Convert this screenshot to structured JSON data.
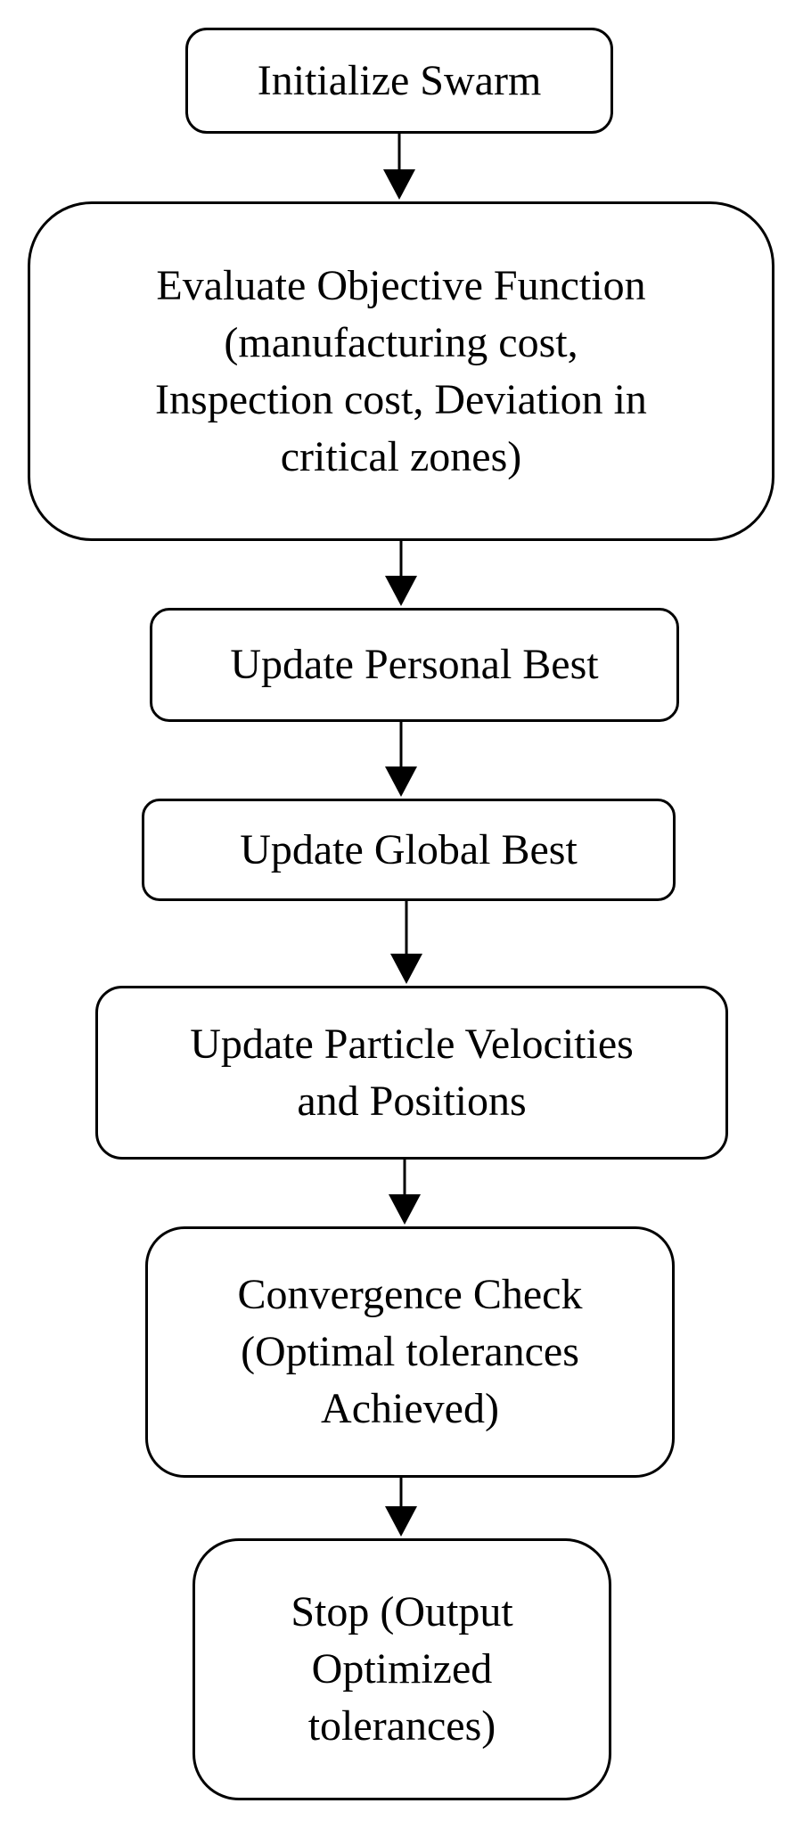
{
  "diagram": {
    "type": "flowchart",
    "direction": "top-to-bottom",
    "nodes": [
      {
        "id": "initialize",
        "label": "Initialize Swarm"
      },
      {
        "id": "evaluate",
        "label": "Evaluate Objective Function\n(manufacturing cost,\nInspection cost, Deviation in\ncritical zones)"
      },
      {
        "id": "personal-best",
        "label": "Update Personal Best"
      },
      {
        "id": "global-best",
        "label": "Update Global Best"
      },
      {
        "id": "velocities",
        "label": "Update Particle Velocities\nand Positions"
      },
      {
        "id": "convergence",
        "label": "Convergence Check\n(Optimal tolerances\nAchieved)"
      },
      {
        "id": "stop",
        "label": "Stop (Output\nOptimized\ntolerances)"
      }
    ],
    "edges": [
      {
        "from": "initialize",
        "to": "evaluate"
      },
      {
        "from": "evaluate",
        "to": "personal-best"
      },
      {
        "from": "personal-best",
        "to": "global-best"
      },
      {
        "from": "global-best",
        "to": "velocities"
      },
      {
        "from": "velocities",
        "to": "convergence"
      },
      {
        "from": "convergence",
        "to": "stop"
      }
    ]
  }
}
